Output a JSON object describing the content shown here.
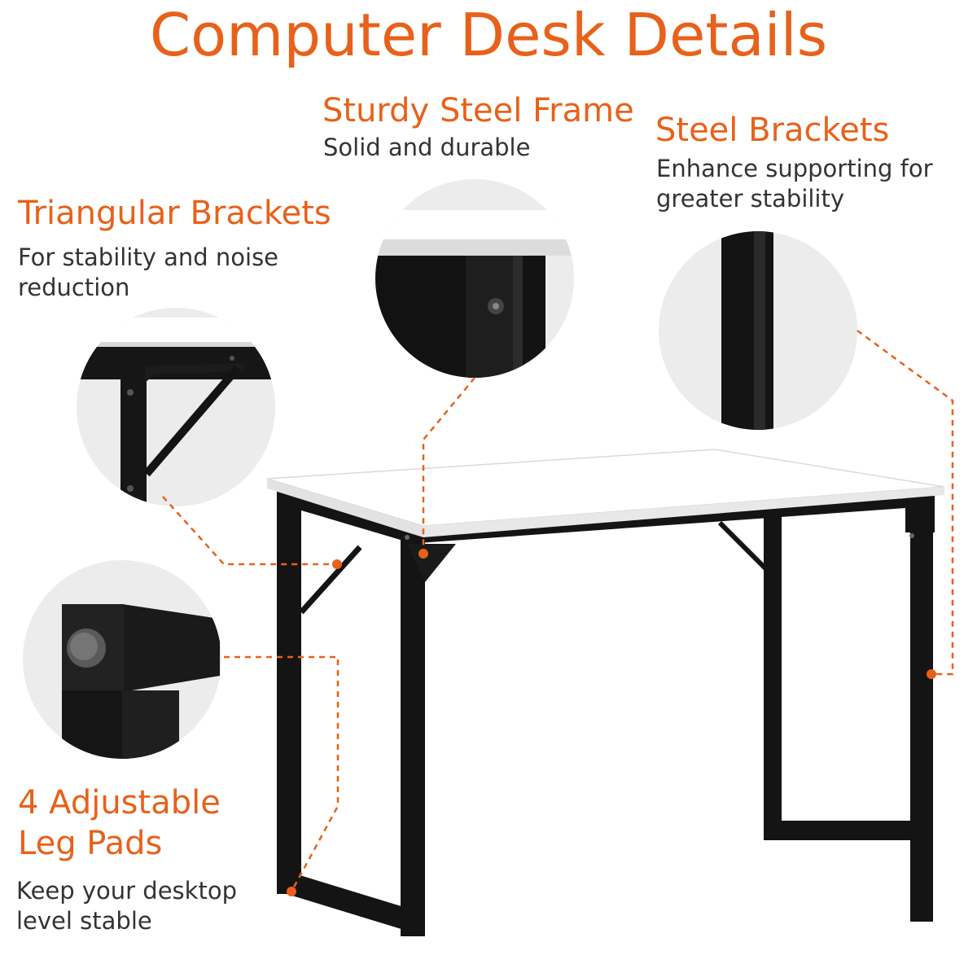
{
  "title": "Computer Desk Details",
  "colors": {
    "accent": "#e8611a",
    "frame": "#111111",
    "desktop": "#ffffff",
    "circle": "#ececec"
  },
  "features": {
    "frame": {
      "heading": "Sturdy Steel Frame",
      "desc": "Solid and durable"
    },
    "steel_brackets": {
      "heading": "Steel Brackets",
      "desc_line1": "Enhance supporting for",
      "desc_line2": "greater stability"
    },
    "triangular": {
      "heading": "Triangular Brackets",
      "desc_line1": "For stability and noise",
      "desc_line2": "reduction"
    },
    "leg_pads": {
      "heading_line1": "4 Adjustable",
      "heading_line2": "Leg Pads",
      "desc_line1": "Keep your desktop",
      "desc_line2": "level stable"
    }
  }
}
